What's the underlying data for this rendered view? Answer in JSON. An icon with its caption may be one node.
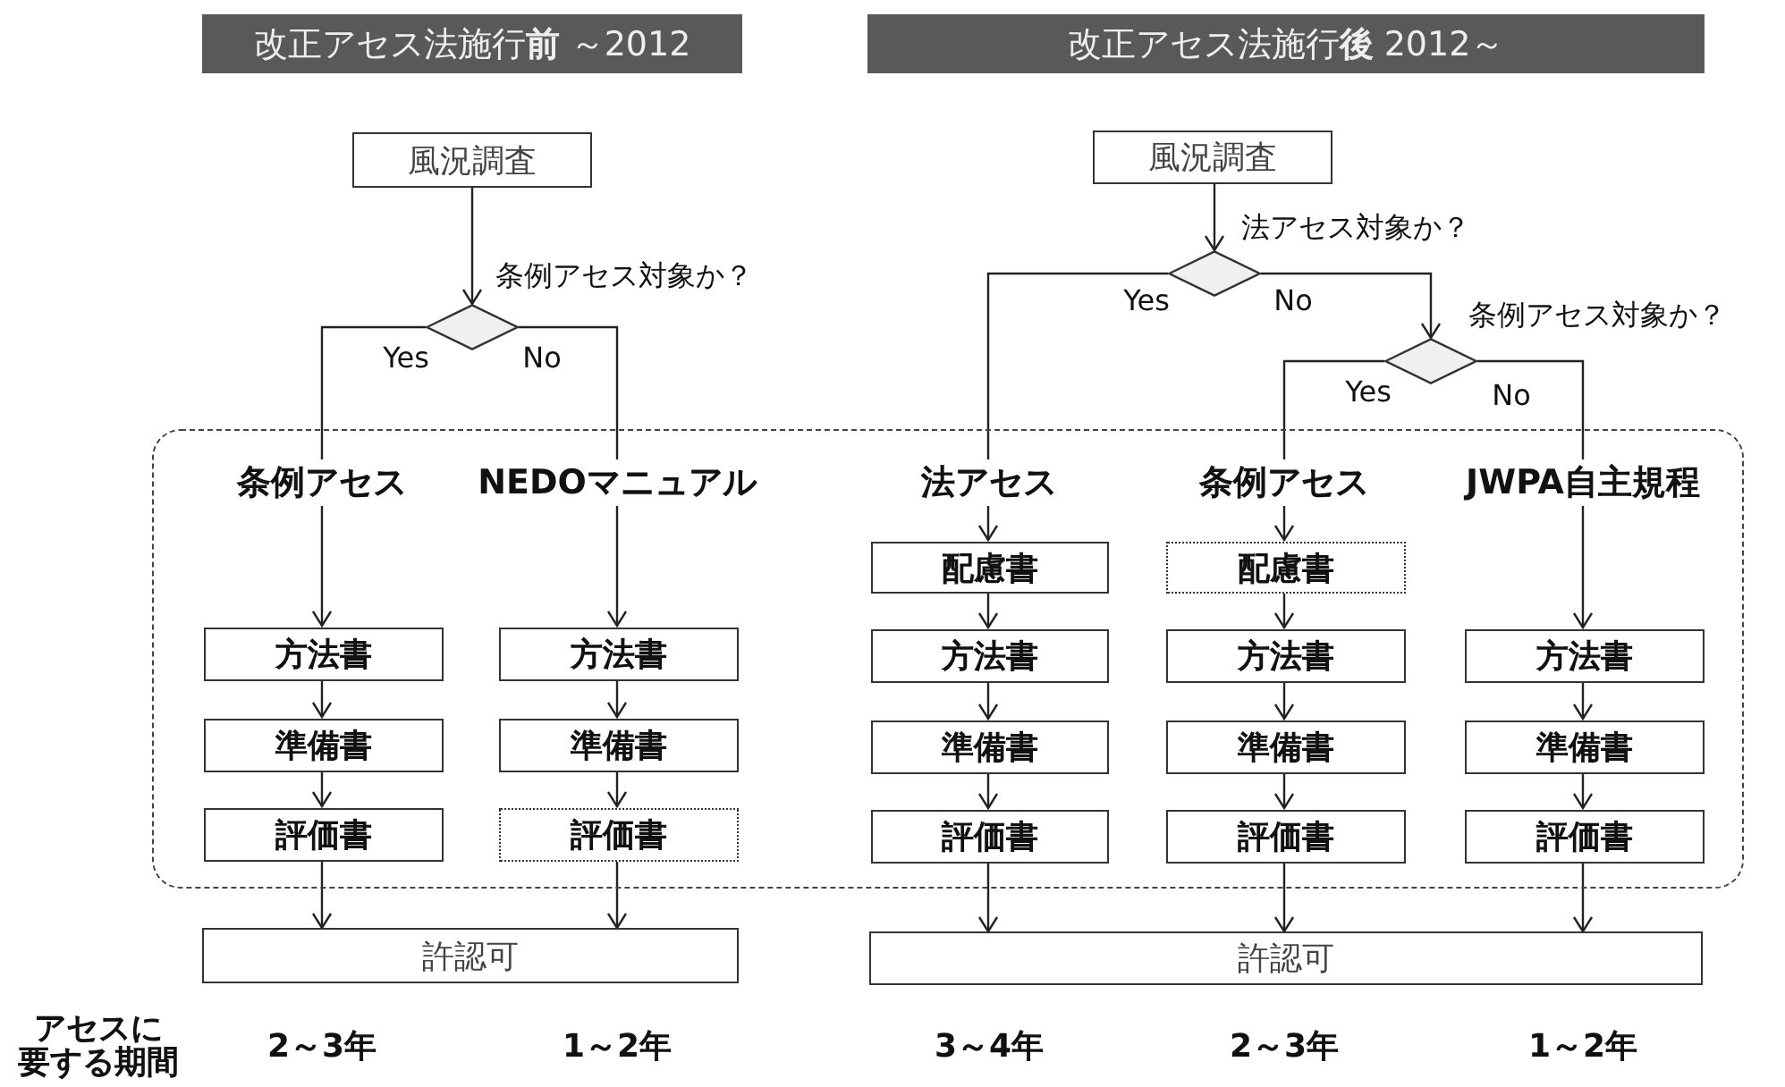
{
  "diagram": {
    "nodes": [
      {
        "text": [
          "改正アセス法施行**前** ～2012"
        ]
      },
      {
        "text": [
          "改正アセス法施行**後** 2012～"
        ]
      },
      {
        "text": [
          "風況調査"
        ]
      },
      {
        "text": [],
        "shape": "diamond",
        "beside": [
          "条例アセス対象か？"
        ]
      },
      {
        "text": [
          "風況調査"
        ]
      },
      {
        "text": [],
        "shape": "diamond",
        "beside": [
          "法アセス対象か？"
        ]
      },
      {
        "text": [],
        "shape": "diamond",
        "beside": [
          "条例アセス対象か？"
        ]
      },
      {
        "text": [],
        "shape": "box"
      },
      {
        "text": [
          "方法書"
        ],
        "in": 7
      },
      {
        "text": [
          "準備書"
        ],
        "in": 7
      },
      {
        "text": [
          "評価書"
        ],
        "in": 7
      },
      {
        "text": [
          "方法書"
        ],
        "in": 7
      },
      {
        "text": [
          "準備書"
        ],
        "in": 7
      },
      {
        "text": [
          "評価書"
        ],
        "in": 7
      },
      {
        "text": [
          "配慮書"
        ],
        "in": 7
      },
      {
        "text": [
          "方法書"
        ],
        "in": 7
      },
      {
        "text": [
          "準備書"
        ],
        "in": 7
      },
      {
        "text": [
          "評価書"
        ],
        "in": 7
      },
      {
        "text": [
          "配慮書"
        ],
        "in": 7
      },
      {
        "text": [
          "方法書"
        ],
        "in": 7
      },
      {
        "text": [
          "準備書"
        ],
        "in": 7
      },
      {
        "text": [
          "評価書"
        ],
        "in": 7
      },
      {
        "text": [
          "方法書"
        ],
        "in": 7
      },
      {
        "text": [
          "準備書"
        ],
        "in": 7
      },
      {
        "text": [
          "評価書"
        ],
        "in": 7
      },
      {
        "text": [
          "許認可"
        ]
      },
      {
        "text": [
          "許認可"
        ]
      }
    ],
    "edges": [
      {
        "from": 2,
        "to": 3,
        "arrow": "to"
      },
      {
        "from": 3,
        "to": 8,
        "arrow": "to",
        "label": "Yes"
      },
      {
        "from": 3,
        "to": 11,
        "arrow": "to",
        "label": "No"
      },
      {
        "from": 8,
        "to": 9,
        "arrow": "to"
      },
      {
        "from": 9,
        "to": 10,
        "arrow": "to"
      },
      {
        "from": 10,
        "to": 25,
        "arrow": "to"
      },
      {
        "from": 11,
        "to": 12,
        "arrow": "to"
      },
      {
        "from": 12,
        "to": 13,
        "arrow": "to"
      },
      {
        "from": 13,
        "to": 25,
        "arrow": "to"
      },
      {
        "from": 4,
        "to": 5,
        "arrow": "to"
      },
      {
        "from": 5,
        "to": 14,
        "arrow": "to",
        "label": "Yes"
      },
      {
        "from": 5,
        "to": 6,
        "arrow": "to",
        "label": "No"
      },
      {
        "from": 6,
        "to": 18,
        "arrow": "to",
        "label": "Yes"
      },
      {
        "from": 6,
        "to": 22,
        "arrow": "to",
        "label": "No"
      },
      {
        "from": 14,
        "to": 15,
        "arrow": "to"
      },
      {
        "from": 15,
        "to": 16,
        "arrow": "to"
      },
      {
        "from": 16,
        "to": 17,
        "arrow": "to"
      },
      {
        "from": 17,
        "to": 26,
        "arrow": "to"
      },
      {
        "from": 18,
        "to": 19,
        "arrow": "to"
      },
      {
        "from": 19,
        "to": 20,
        "arrow": "to"
      },
      {
        "from": 20,
        "to": 21,
        "arrow": "to"
      },
      {
        "from": 21,
        "to": 26,
        "arrow": "to"
      },
      {
        "from": 22,
        "to": 23,
        "arrow": "to"
      },
      {
        "from": 23,
        "to": 24,
        "arrow": "to"
      },
      {
        "from": 24,
        "to": 26,
        "arrow": "to"
      }
    ],
    "labels": [
      "条例アセス",
      "NEDOマニュアル",
      "法アセス",
      "条例アセス",
      "JWPA自主規程",
      "アセスに要する期間",
      "2～3年",
      "1～2年",
      "3～4年",
      "2～3年",
      "1～2年"
    ]
  }
}
